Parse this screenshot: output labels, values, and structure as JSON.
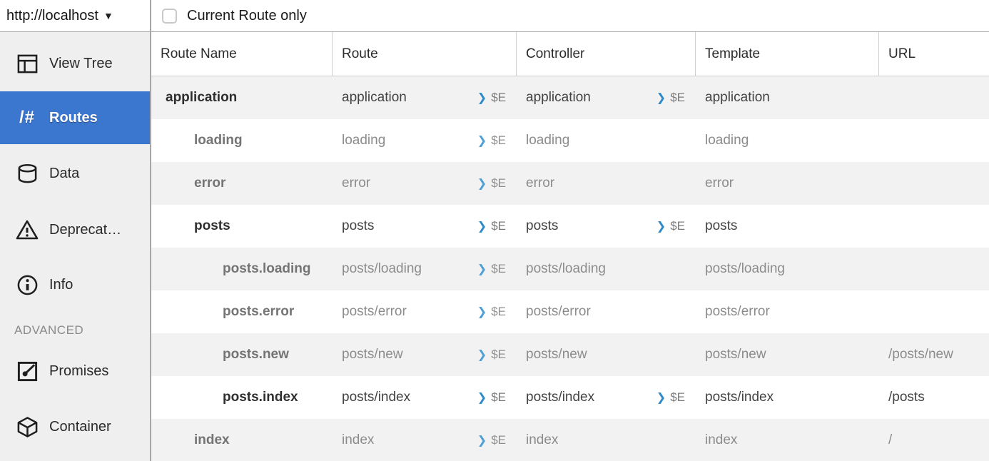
{
  "url_bar": {
    "label": "http://localhost",
    "caret": "▼"
  },
  "toolbar": {
    "current_route_only_label": "Current Route only",
    "checkbox_checked": false
  },
  "sidebar": {
    "items": [
      {
        "label": "View Tree",
        "icon": "view-tree-icon",
        "active": false
      },
      {
        "label": "Routes",
        "icon": "routes-icon",
        "icon_glyph": "/#",
        "active": true
      },
      {
        "label": "Data",
        "icon": "data-icon",
        "active": false
      },
      {
        "label": "Deprecat…",
        "icon": "deprecations-icon",
        "active": false
      },
      {
        "label": "Info",
        "icon": "info-icon",
        "active": false
      },
      {
        "label": "Promises",
        "icon": "promises-icon",
        "active": false
      },
      {
        "label": "Container",
        "icon": "container-icon",
        "active": false
      }
    ],
    "section_label": "ADVANCED"
  },
  "table": {
    "columns": [
      "Route Name",
      "Route",
      "Controller",
      "Template",
      "URL"
    ],
    "inspect": {
      "arrow": "❯",
      "label": "$E"
    },
    "rows": [
      {
        "name": "application",
        "indent": 0,
        "active": true,
        "route": "application",
        "route_inspect": true,
        "controller": "application",
        "controller_inspect": true,
        "template": "application",
        "url": ""
      },
      {
        "name": "loading",
        "indent": 1,
        "active": false,
        "route": "loading",
        "route_inspect": true,
        "controller": "loading",
        "controller_inspect": false,
        "template": "loading",
        "url": ""
      },
      {
        "name": "error",
        "indent": 1,
        "active": false,
        "route": "error",
        "route_inspect": true,
        "controller": "error",
        "controller_inspect": false,
        "template": "error",
        "url": ""
      },
      {
        "name": "posts",
        "indent": 1,
        "active": true,
        "route": "posts",
        "route_inspect": true,
        "controller": "posts",
        "controller_inspect": true,
        "template": "posts",
        "url": ""
      },
      {
        "name": "posts.loading",
        "indent": 2,
        "active": false,
        "route": "posts/loading",
        "route_inspect": true,
        "controller": "posts/loading",
        "controller_inspect": false,
        "template": "posts/loading",
        "url": ""
      },
      {
        "name": "posts.error",
        "indent": 2,
        "active": false,
        "route": "posts/error",
        "route_inspect": true,
        "controller": "posts/error",
        "controller_inspect": false,
        "template": "posts/error",
        "url": ""
      },
      {
        "name": "posts.new",
        "indent": 2,
        "active": false,
        "route": "posts/new",
        "route_inspect": true,
        "controller": "posts/new",
        "controller_inspect": false,
        "template": "posts/new",
        "url": "/posts/new"
      },
      {
        "name": "posts.index",
        "indent": 2,
        "active": true,
        "route": "posts/index",
        "route_inspect": true,
        "controller": "posts/index",
        "controller_inspect": true,
        "template": "posts/index",
        "url": "/posts"
      },
      {
        "name": "index",
        "indent": 1,
        "active": false,
        "route": "index",
        "route_inspect": true,
        "controller": "index",
        "controller_inspect": false,
        "template": "index",
        "url": "/"
      }
    ]
  },
  "colors": {
    "accent_blue": "#3b76cf",
    "arrow_blue": "#2e8bca",
    "stripe": "#f2f2f2"
  }
}
